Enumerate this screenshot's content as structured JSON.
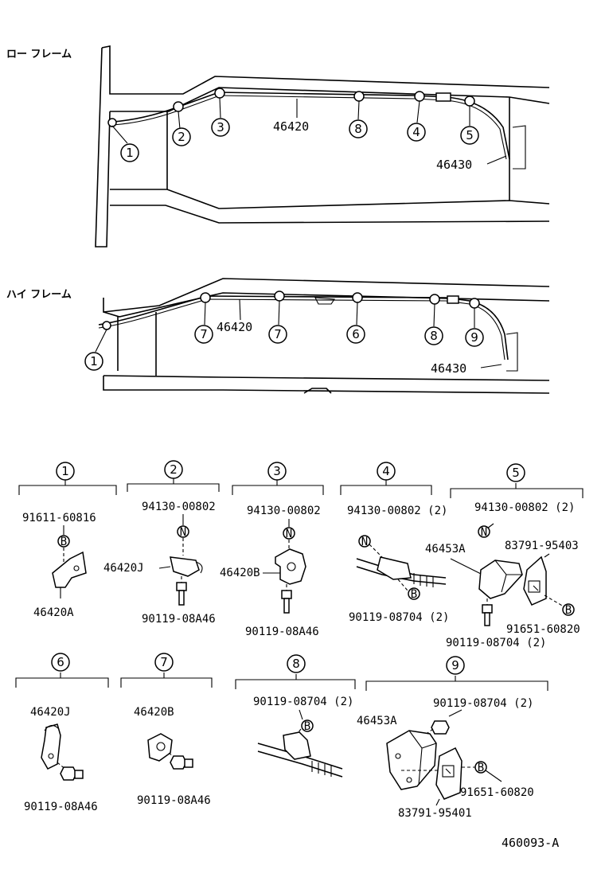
{
  "views": {
    "low_frame_title": "ロー フレーム",
    "high_frame_title": "ハイ フレーム"
  },
  "low_frame": {
    "callouts": [
      "1",
      "2",
      "3",
      "8",
      "4",
      "5"
    ],
    "pipe_label": "46420",
    "hose_label": "46430"
  },
  "high_frame": {
    "callouts": [
      "1",
      "7",
      "7",
      "6",
      "8",
      "9"
    ],
    "pipe_label": "46420",
    "hose_label": "46430"
  },
  "details": [
    {
      "num": "1",
      "parts": [
        "91611-60816",
        "46420A"
      ],
      "markers": [
        "B"
      ]
    },
    {
      "num": "2",
      "parts": [
        "94130-00802",
        "46420J",
        "90119-08A46"
      ],
      "markers": [
        "N"
      ]
    },
    {
      "num": "3",
      "parts": [
        "94130-00802",
        "46420B",
        "90119-08A46"
      ],
      "markers": [
        "N"
      ]
    },
    {
      "num": "4",
      "parts": [
        "94130-00802 (2)",
        "90119-08704 (2)"
      ],
      "markers": [
        "N",
        "B"
      ]
    },
    {
      "num": "5",
      "parts": [
        "94130-00802 (2)",
        "46453A",
        "83791-95403",
        "91651-60820",
        "90119-08704 (2)"
      ],
      "markers": [
        "N",
        "B"
      ]
    },
    {
      "num": "6",
      "parts": [
        "46420J",
        "90119-08A46"
      ],
      "markers": []
    },
    {
      "num": "7",
      "parts": [
        "46420B",
        "90119-08A46"
      ],
      "markers": []
    },
    {
      "num": "8",
      "parts": [
        "90119-08704 (2)"
      ],
      "markers": [
        "B"
      ]
    },
    {
      "num": "9",
      "parts": [
        "90119-08704 (2)",
        "46453A",
        "91651-60820",
        "83791-95401"
      ],
      "markers": [
        "B"
      ]
    }
  ],
  "drawing_code": "460093-A"
}
